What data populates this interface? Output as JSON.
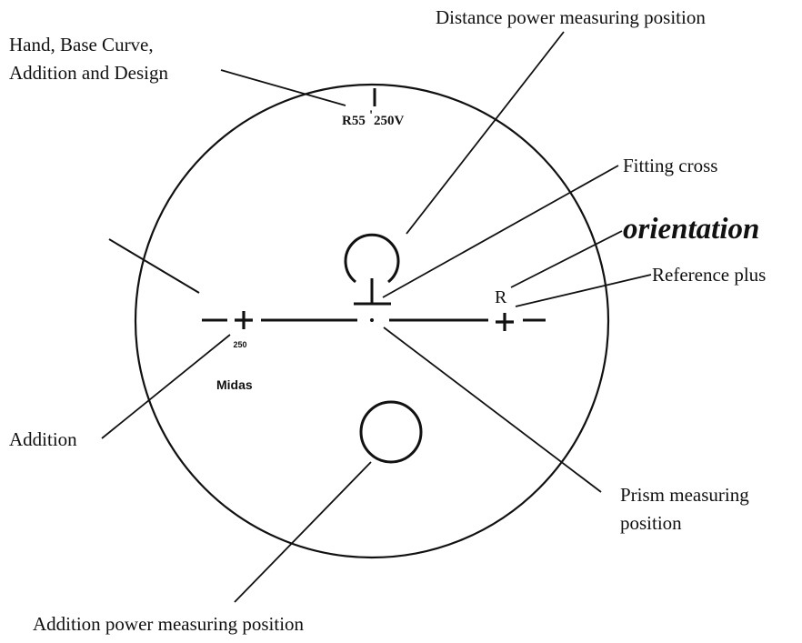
{
  "labels": {
    "hand_base_curve_line1": "Hand, Base Curve,",
    "hand_base_curve_line2": "Addition and Design",
    "distance_power": "Distance power measuring position",
    "fitting_cross": "Fitting cross",
    "orientation": "orientation",
    "reference_plus": "Reference plus",
    "addition": "Addition",
    "prism_line1": "Prism measuring",
    "prism_line2": "position",
    "addition_power": "Addition power measuring position"
  },
  "lens_marks": {
    "engraving_prefix": "R55",
    "engraving_apostrophe": "'",
    "engraving_suffix": "250V",
    "addition_value": "250",
    "design_name": "Midas",
    "hand_letter": "R"
  },
  "colors": {
    "ink": "#111111",
    "background": "#ffffff"
  }
}
